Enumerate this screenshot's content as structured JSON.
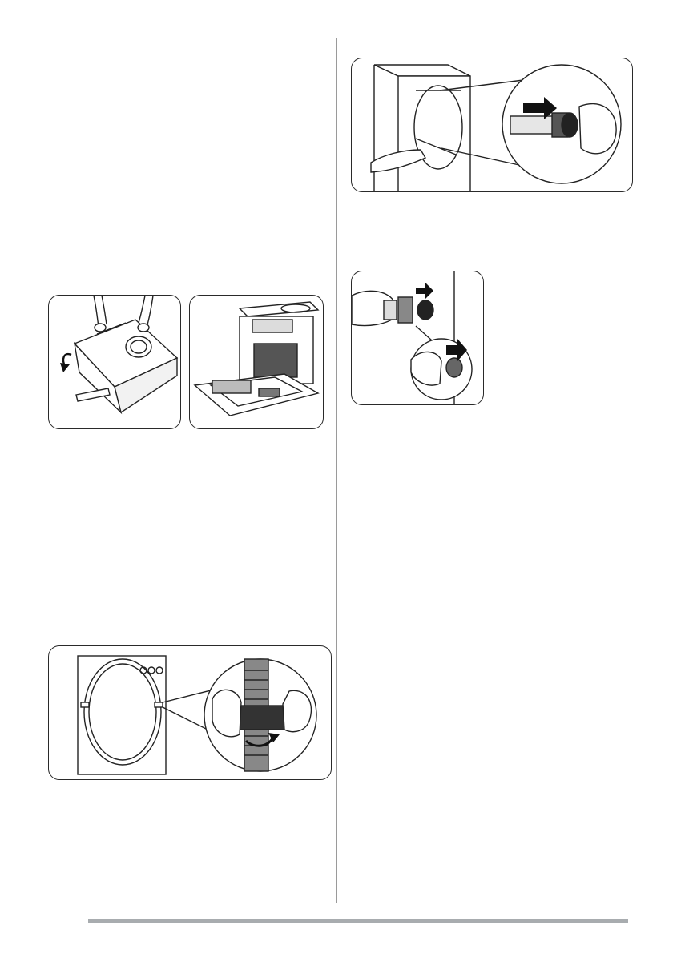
{
  "page": {
    "accent_color": "#a8acaf",
    "line_color": "#2a2a2a"
  },
  "illustrations": [
    {
      "id": "tilt-machine-backward",
      "icon": "rotate-arrow-icon"
    },
    {
      "id": "remove-polystyrene-base",
      "icon": "packaging-icon"
    },
    {
      "id": "release-hose-from-clips",
      "icon": "rotate-arrow-icon"
    },
    {
      "id": "remove-transit-bolts",
      "icon": "arrow-right-icon"
    },
    {
      "id": "insert-plastic-caps",
      "icon": "arrow-right-icon"
    }
  ]
}
